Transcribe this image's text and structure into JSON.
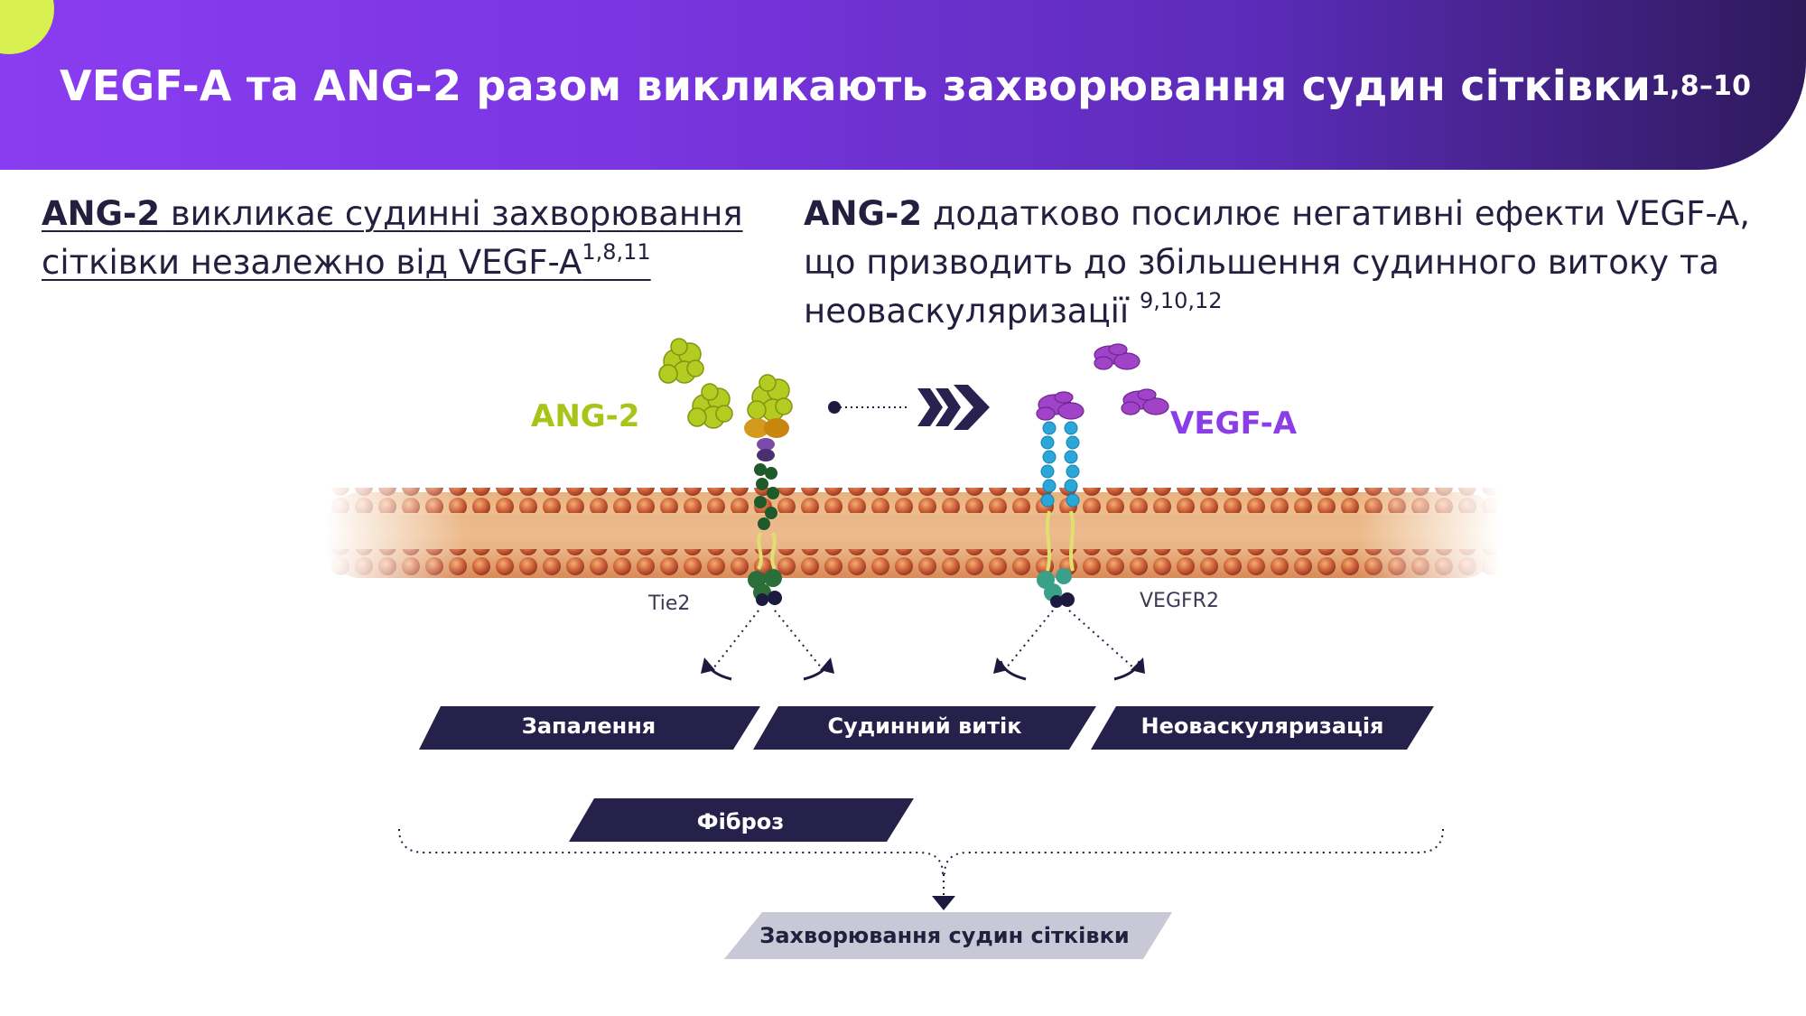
{
  "header": {
    "title": "VEGF-A та ANG-2 разом викликають захворювання судин сітківки",
    "title_refs": "1,8–10"
  },
  "left_text": {
    "bold": "ANG-2",
    "rest": " викликає судинні захворювання сітківки незалежно від VEGF-A",
    "refs": "1,8,11"
  },
  "right_text": {
    "bold": "ANG-2",
    "rest": " додатково посилює негативні ефекти VEGF-A, що призводить до збільшення судинного витоку та неоваскуляризації",
    "refs": "9,10,12"
  },
  "diagram": {
    "ang2_label": "ANG-2",
    "vegfa_label": "VEGF-A",
    "tie2_label": "Tie2",
    "vegfr2_label": "VEGFR2",
    "outcomes": [
      "Запалення",
      "Судинний витік",
      "Неоваскуляризація"
    ],
    "fibrosis": "Фіброз",
    "final": "Захворювання судин сітківки"
  },
  "colors": {
    "ang2": "#a8c419",
    "vegfa": "#8b3ee8",
    "pill": "#26214a",
    "final_pill": "#c9c8d6",
    "header_start": "#8a3df0",
    "header_end": "#2e1a5c"
  }
}
